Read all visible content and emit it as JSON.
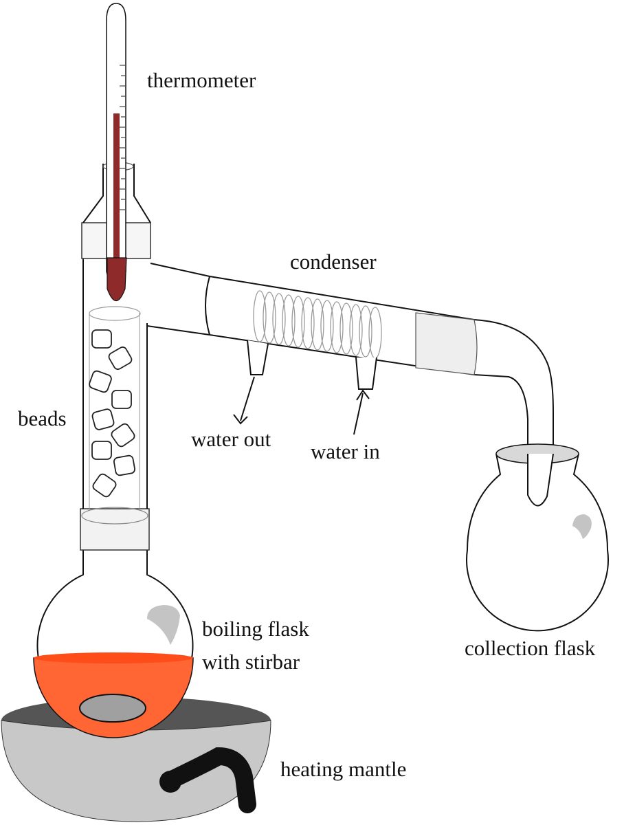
{
  "labels": {
    "thermometer": "thermometer",
    "condenser": "condenser",
    "beads": "beads",
    "water_out": "water out",
    "water_in": "water in",
    "boiling_flask_line1": "boiling flask",
    "boiling_flask_line2": "with stirbar",
    "collection_flask": "collection flask",
    "heating_mantle": "heating mantle"
  },
  "colors": {
    "thermometer_liquid": "#8e2a2a",
    "boiling_liquid": "#ff6633",
    "mantle": "#c8c8c8",
    "mantle_dark": "#555555",
    "stirbar": "#a0a0a0",
    "handle": "#111111",
    "glass_highlight": "#c4c4c4"
  }
}
